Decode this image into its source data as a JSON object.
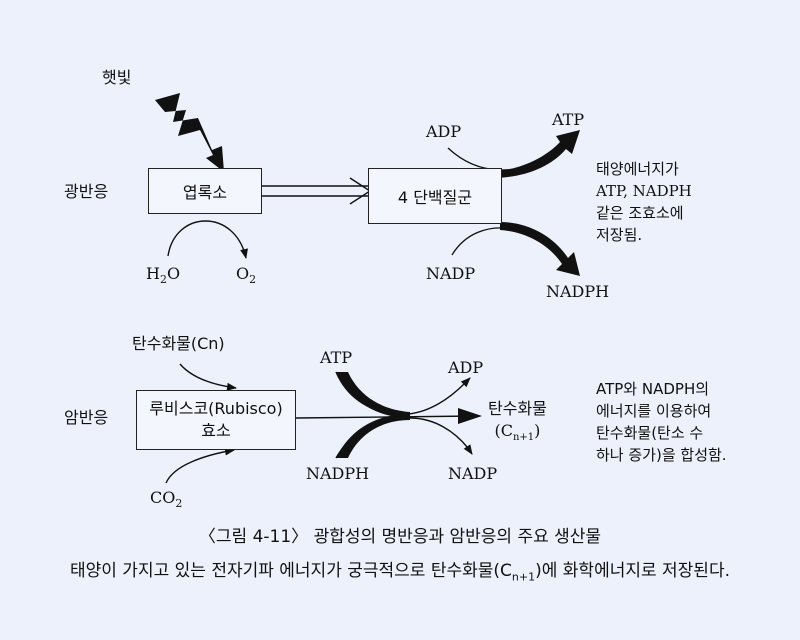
{
  "light": {
    "section_label": "광반응",
    "sunlight_label": "햇빛",
    "chlorophyll_box": "엽록소",
    "protein_box": "4 단백질군",
    "water": "H",
    "water_sub": "2",
    "water_tail": "O",
    "oxygen": "O",
    "oxygen_sub": "2",
    "adp_in": "ADP",
    "atp_out": "ATP",
    "nadp_in": "NADP",
    "nadph_out": "NADPH",
    "note_lines": [
      "태양에너지가",
      "ATP, NADPH",
      "같은 조효소에",
      "저장됨."
    ]
  },
  "dark": {
    "section_label": "암반응",
    "carbohydrate_in": "탄수화물(Cn)",
    "co2": "CO",
    "co2_sub": "2",
    "rubisco_line1": "루비스코(Rubisco)",
    "rubisco_line2": "효소",
    "atp_in": "ATP",
    "adp_out": "ADP",
    "nadph_in": "NADPH",
    "nadp_out": "NADP",
    "product_line1": "탄수화물",
    "product_line2_pre": "(C",
    "product_line2_sub": "n+1",
    "product_line2_post": ")",
    "note_lines": [
      "ATP와 NADPH의",
      "에너지를 이용하여",
      "탄수화물(탄소 수",
      "하나 증가)을 합성함."
    ]
  },
  "caption": {
    "figure_title": "〈그림 4-11〉 광합성의 명반응과 암반응의 주요 생산물",
    "summary_pre": "태양이 가지고 있는 전자기파 에너지가 궁극적으로 탄수화물(C",
    "summary_sub": "n+1",
    "summary_post": ")에 화학에너지로 저장된다."
  }
}
